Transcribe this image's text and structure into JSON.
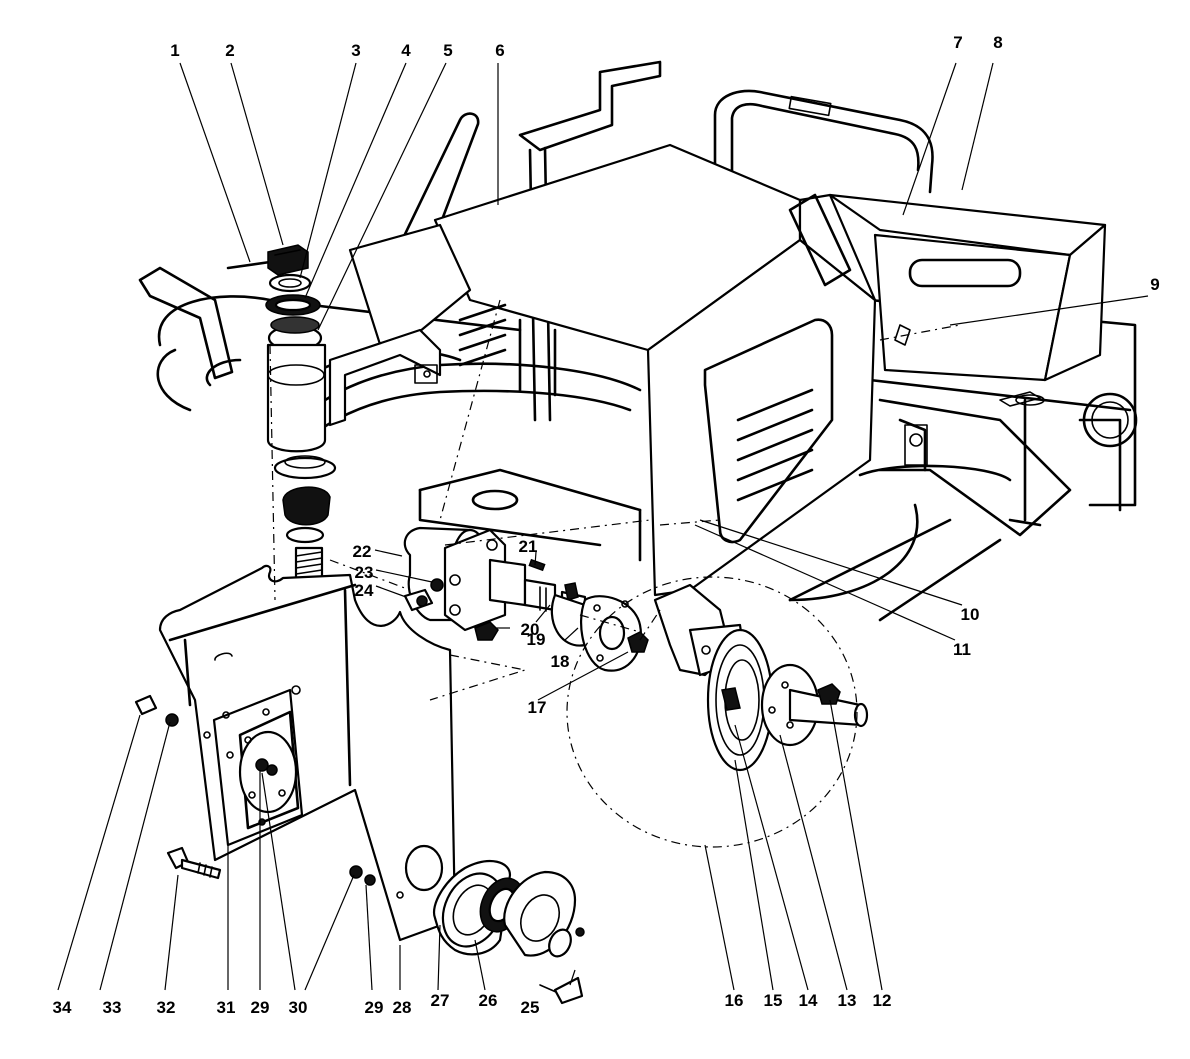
{
  "callouts": [
    "1",
    "2",
    "3",
    "4",
    "5",
    "6",
    "7",
    "8",
    "9",
    "10",
    "11",
    "12",
    "13",
    "14",
    "15",
    "16",
    "17",
    "18",
    "19",
    "20",
    "21",
    "22",
    "23",
    "24",
    "25",
    "26",
    "27",
    "28",
    "29",
    "29",
    "30",
    "31",
    "32",
    "33",
    "34"
  ]
}
